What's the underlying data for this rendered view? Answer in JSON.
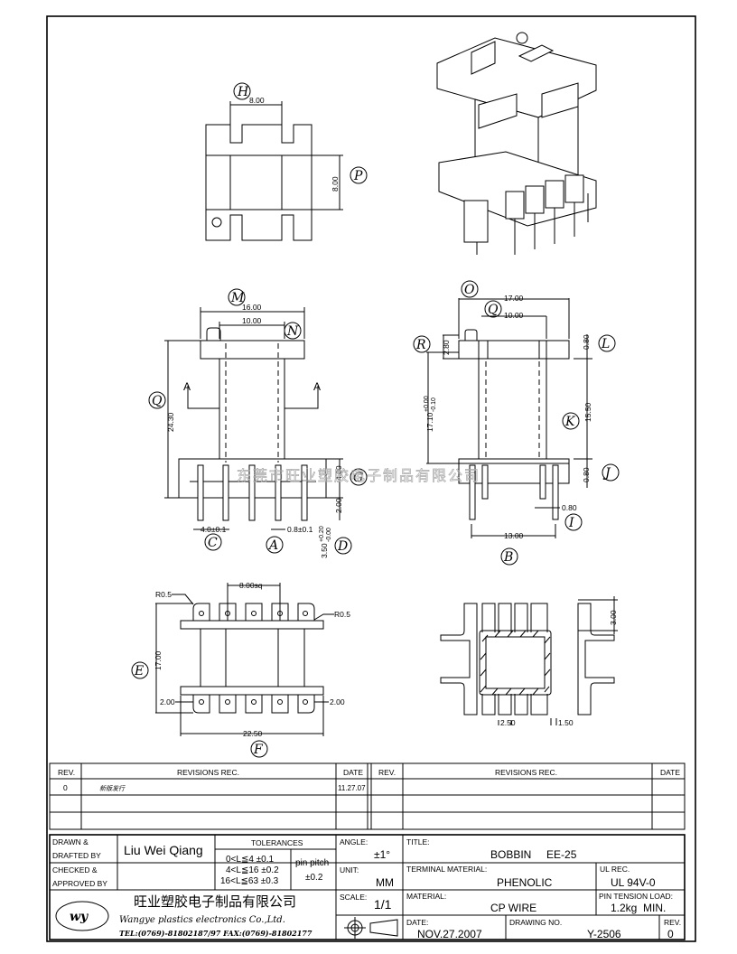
{
  "drawing": {
    "top_view": {
      "dim_width": "8.00",
      "dim_height": "8.00",
      "balloon_h": "H",
      "balloon_p": "P"
    },
    "front_view": {
      "dim_overall": "16.00",
      "dim_inner": "10.00",
      "dim_height": "24.30",
      "dim_flange": "4.00",
      "dim_pin_len": "2.00",
      "dim_pitch": "4.0±0.1",
      "dim_pin_dia": "0.8±0.1",
      "dim_tail": "3.50",
      "dim_tail_tol_plus": "+0.20",
      "dim_tail_tol_minus": "-0.00",
      "section_mark": "A",
      "balloons": {
        "m": "M",
        "n": "N",
        "q": "Q",
        "g": "G",
        "c": "C",
        "a": "A",
        "d": "D"
      }
    },
    "side_view": {
      "dim_overall": "17.00",
      "dim_inner": "10.00",
      "dim_flange_top": "2.80",
      "dim_top_thk": "0.80",
      "dim_height": "17.10",
      "dim_height_tol_plus": "+0.00",
      "dim_height_tol_minus": "-0.10",
      "dim_winding": "15.50",
      "dim_bottom_thk": "0.80",
      "dim_pin": "0.80",
      "dim_row": "13.00",
      "balloons": {
        "o": "O",
        "q": "Q",
        "r": "R",
        "l": "L",
        "k": "K",
        "j": "J",
        "i": "I",
        "b": "B"
      }
    },
    "bottom_view": {
      "dim_sq": "8.00sq",
      "radius_left": "R0.5",
      "radius_right": "R0.5",
      "dim_height": "17.00",
      "dim_left": "2.00",
      "dim_right": "2.00",
      "dim_width": "22.50",
      "balloon_e": "E",
      "balloon_f": "F"
    },
    "section_view": {
      "dim_top": "3.00",
      "dim_slot": "2.50",
      "dim_wall": "1.50"
    },
    "watermark": "东莞市旺业塑胶电子制品有限公司"
  },
  "revisions": {
    "headers": {
      "rev": "REV.",
      "rec": "REVISIONS   REC.",
      "date": "DATE"
    },
    "rows": [
      {
        "rev": "0",
        "rec": "新版发行",
        "date": "11.27.07"
      }
    ]
  },
  "title_block": {
    "drawn_label_1": "DRAWN &",
    "drawn_label_2": "DRAFTED BY",
    "drawn_by": "Liu Wei Qiang",
    "checked_label_1": "CHECKED &",
    "checked_label_2": "APPROVED BY",
    "tolerances_label": "TOLERANCES",
    "tolerances": [
      "0<L≦4   ±0.1",
      "4<L≦16  ±0.2",
      "16<L≦63 ±0.3"
    ],
    "pin_pitch_label": "pin pitch",
    "pin_pitch_value": "±0.2",
    "angle_label": "ANGLE:",
    "angle_value": "±1°",
    "unit_label": "UNIT:",
    "unit_value": "MM",
    "scale_label": "SCALE:",
    "scale_value": "1/1",
    "title_label": "TITLE:",
    "title_value": "BOBBIN     EE-25",
    "terminal_label": "TERMINAL MATERIAL:",
    "terminal_value": "PHENOLIC",
    "ul_label": "UL REC.",
    "ul_value": "UL 94V-0",
    "material_label": "MATERIAL:",
    "material_value": "CP WIRE",
    "pin_tension_label": "PIN TENSION LOAD:",
    "pin_tension_value": "1.2kg  MIN.",
    "date_label": "DATE:",
    "date_value": "NOV.27.2007",
    "drawing_no_label": "DRAWING NO.",
    "drawing_no_value": "Y-2506",
    "rev_label": "REV.",
    "rev_value": "0",
    "company_cn": "旺业塑胶电子制品有限公司",
    "company_en": "Wangye plastics electronics Co.,Ltd.",
    "company_contact": "TEL:(0769)-81802187/97  FAX:(0769)-81802177",
    "logo": "wy"
  }
}
